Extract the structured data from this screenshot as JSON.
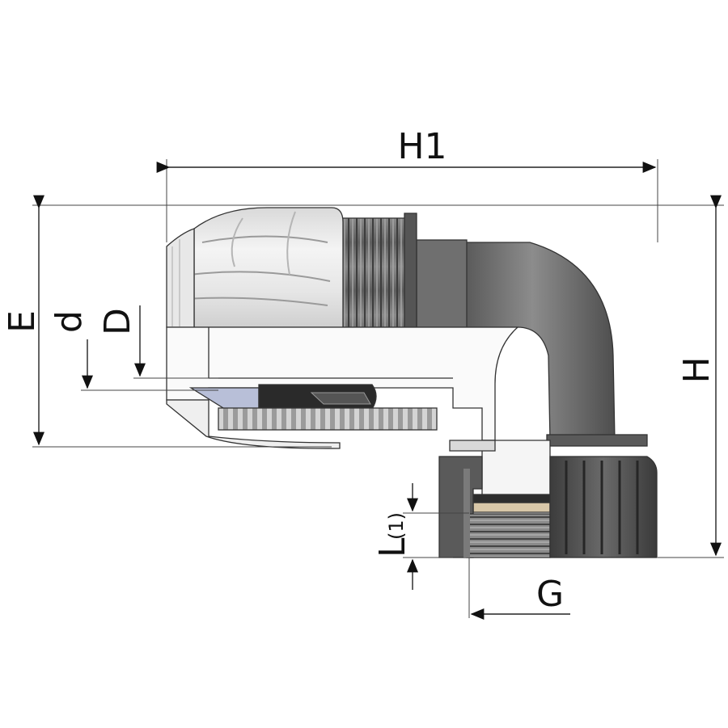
{
  "labels": {
    "h1": "H1",
    "h": "H",
    "e": "E",
    "d_small": "d",
    "d_large": "D",
    "l": "L",
    "l_sub": "(1)",
    "g": "G"
  },
  "colors": {
    "body_light": "#e7e7e7",
    "body_white": "#f7f7f7",
    "body_dark": "#6b6b6b",
    "nut_dark": "#4a4a4a",
    "seal_black": "#2a2a2a",
    "clamp_blue": "#b8bfd8",
    "gasket_tan": "#d8c7a8"
  }
}
